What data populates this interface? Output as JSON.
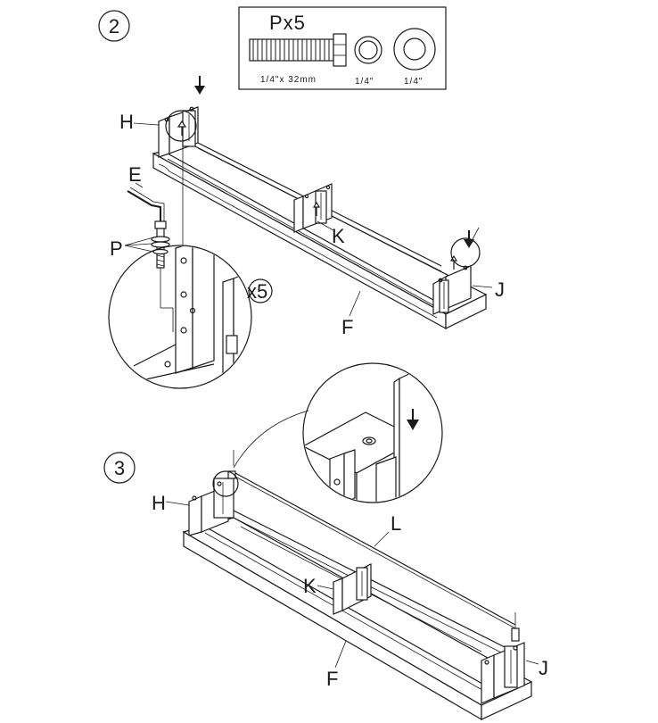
{
  "step2": {
    "number": "2",
    "parts_box": {
      "title": "Px5",
      "bolt_label": "1/4\"x 32mm",
      "spring_washer_label": "1/4\"",
      "flat_washer_label": "1/4\""
    },
    "labels": {
      "H": "H",
      "E": "E",
      "P": "P",
      "K": "K",
      "J": "J",
      "F": "F",
      "times": "x5"
    }
  },
  "step3": {
    "number": "3",
    "labels": {
      "H": "H",
      "K": "K",
      "L": "L",
      "J": "J",
      "F": "F"
    }
  }
}
